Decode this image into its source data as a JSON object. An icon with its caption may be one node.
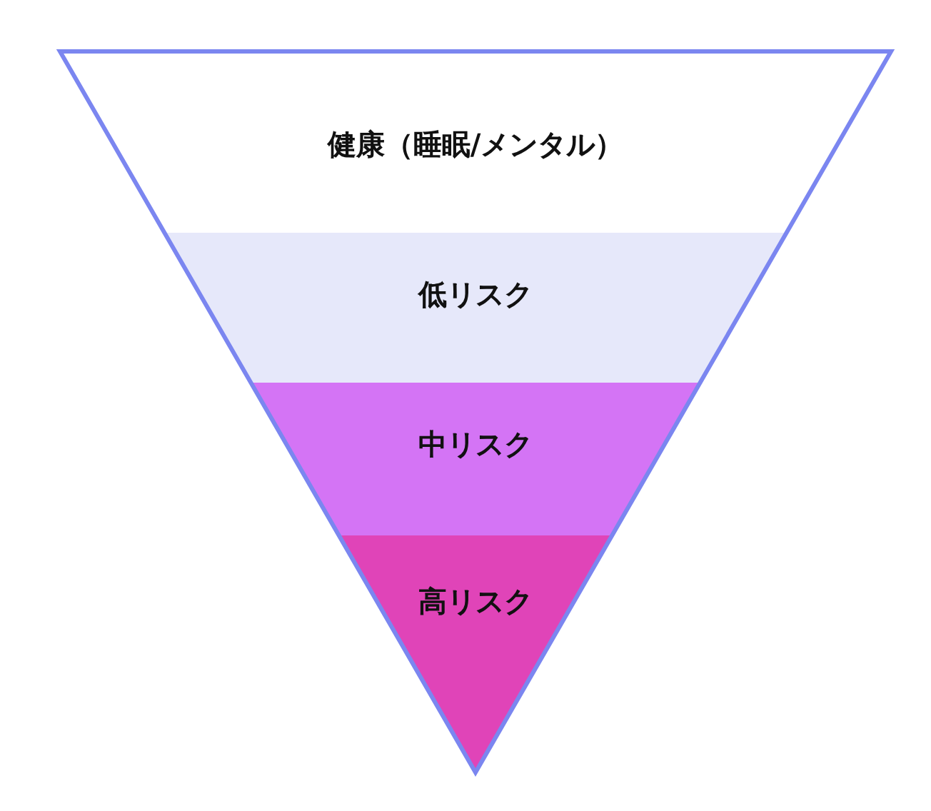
{
  "diagram": {
    "nodes": [
      {
        "text": [
          "健康（睡眠/メンタル）"
        ]
      },
      {
        "text": [
          "低リスク"
        ]
      },
      {
        "text": [
          "中リスク"
        ]
      },
      {
        "text": [
          "高リスク"
        ]
      }
    ]
  }
}
